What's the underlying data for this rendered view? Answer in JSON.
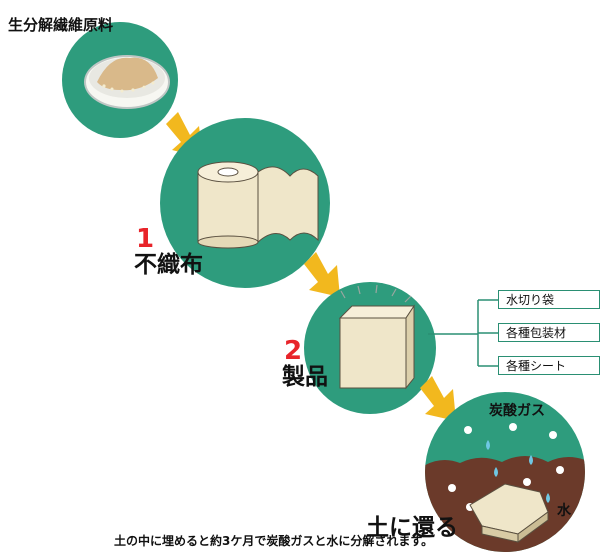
{
  "diagram": {
    "raw_material_label": "生分解繊維原料",
    "step1": {
      "number": "1",
      "label": "不織布"
    },
    "step2": {
      "number": "2",
      "label": "製品"
    },
    "products": [
      "水切り袋",
      "各種包装材",
      "各種シート"
    ],
    "gas_label": "炭酸ガス",
    "water_label": "水",
    "final_label": "土に還る",
    "caption": "土の中に埋めると約3ケ月で炭酸ガスと水に分解されます。"
  },
  "colors": {
    "circle_green": "#2e9c7d",
    "arrow_yellow": "#f2b81e",
    "step_number_red": "#e8242a",
    "soil_brown": "#6b3a2a",
    "paper_beige": "#efe6c9"
  }
}
